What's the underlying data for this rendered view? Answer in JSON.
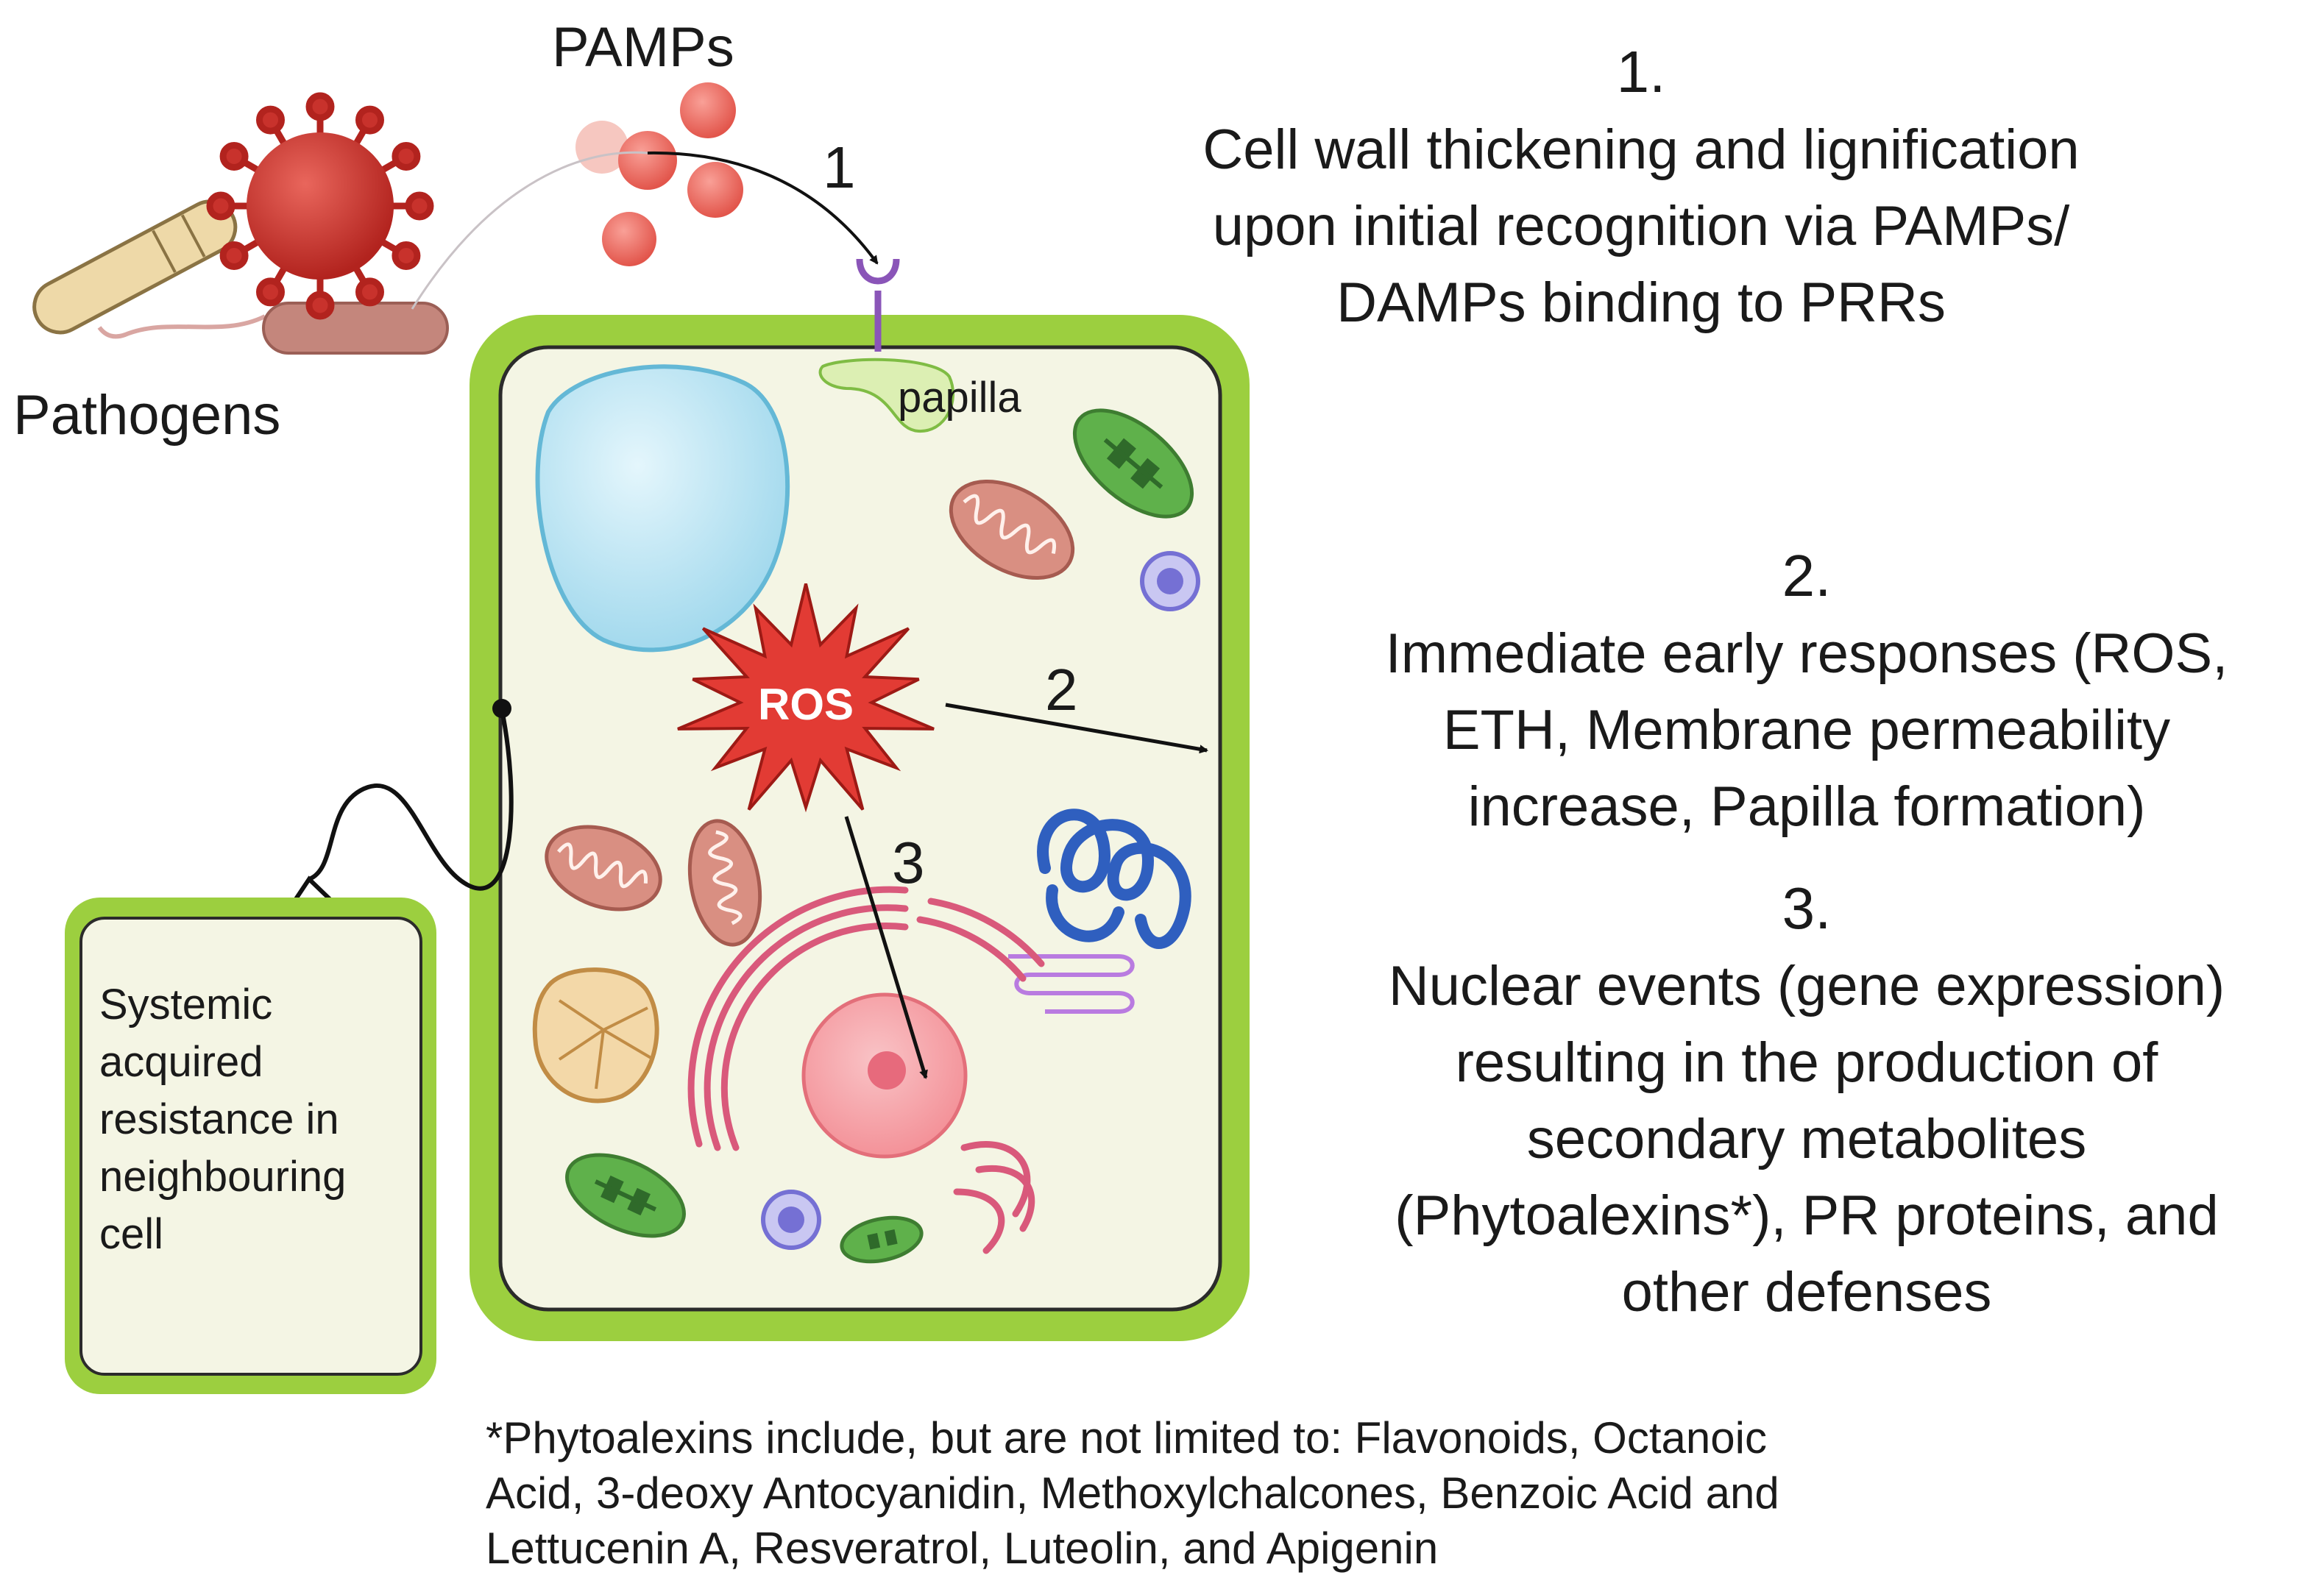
{
  "labels": {
    "pamps": "PAMPs",
    "pathogens": "Pathogens",
    "papilla": "papilla",
    "ros": "ROS",
    "arrow1": "1",
    "arrow2": "2",
    "arrow3": "3"
  },
  "neighbour_cell": {
    "lines": [
      "Systemic",
      "acquired",
      "resistance in",
      "neighbouring",
      "cell"
    ]
  },
  "responses": [
    {
      "number": "1.",
      "lines": [
        "Cell wall thickening and lignification",
        "upon initial recognition via PAMPs/",
        "DAMPs binding to PRRs"
      ]
    },
    {
      "number": "2.",
      "lines": [
        "Immediate early responses (ROS,",
        "ETH, Membrane permeability",
        "increase, Papilla formation)"
      ]
    },
    {
      "number": "3.",
      "lines": [
        "Nuclear events (gene expression)",
        "resulting in the production of",
        "secondary metabolites",
        "(Phytoalexins*), PR proteins, and",
        "other defenses"
      ]
    }
  ],
  "footnote": {
    "lines": [
      "*Phytoalexins include, but are not limited to: Flavonoids, Octanoic",
      "Acid, 3-deoxy Antocyanidin, Methoxylchalcones, Benzoic Acid and",
      "Lettucenin A, Resveratrol, Luteolin, and Apigenin"
    ]
  },
  "colors": {
    "cell_wall": "#9ccf3f",
    "cytoplasm": "#f4f5e4",
    "pathogen_red": "#c8322c",
    "pamp_red": "#ee6a5e",
    "ros_red": "#e23b34",
    "vacuole": "#b9e3f2",
    "chloroplast": "#5fb14b",
    "mitochondria": "#d98f82",
    "nucleus": "#f7a7ac",
    "receptor": "#8a55b8"
  }
}
